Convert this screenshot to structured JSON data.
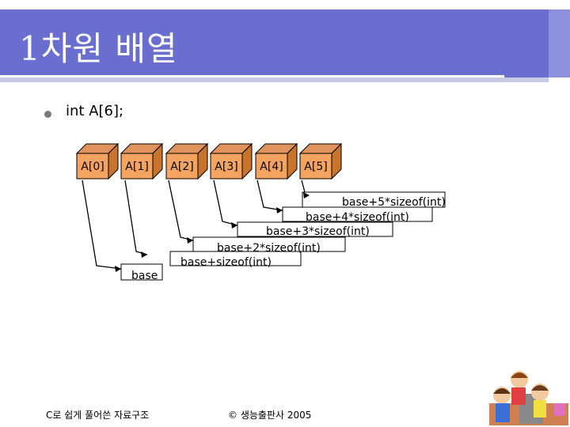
{
  "slide": {
    "title": "1차원 배열",
    "bullet_text": "int A[6];"
  },
  "array_cells": [
    "A[0]",
    "A[1]",
    "A[2]",
    "A[3]",
    "A[4]",
    "A[5]"
  ],
  "address_labels": [
    "base",
    "base+sizeof(int)",
    "base+2*sizeof(int)",
    "base+3*sizeof(int)",
    "base+4*sizeof(int)",
    "base+5*sizeof(int)"
  ],
  "footer": {
    "left": "C로 쉽게 풀어쓴 자료구조",
    "center": "© 생능출판사 2005"
  },
  "colors": {
    "title_band": "#6a6fcf",
    "cell_front": "#f4a460",
    "cell_side": "#c8742c",
    "cell_top": "#e0935a"
  }
}
